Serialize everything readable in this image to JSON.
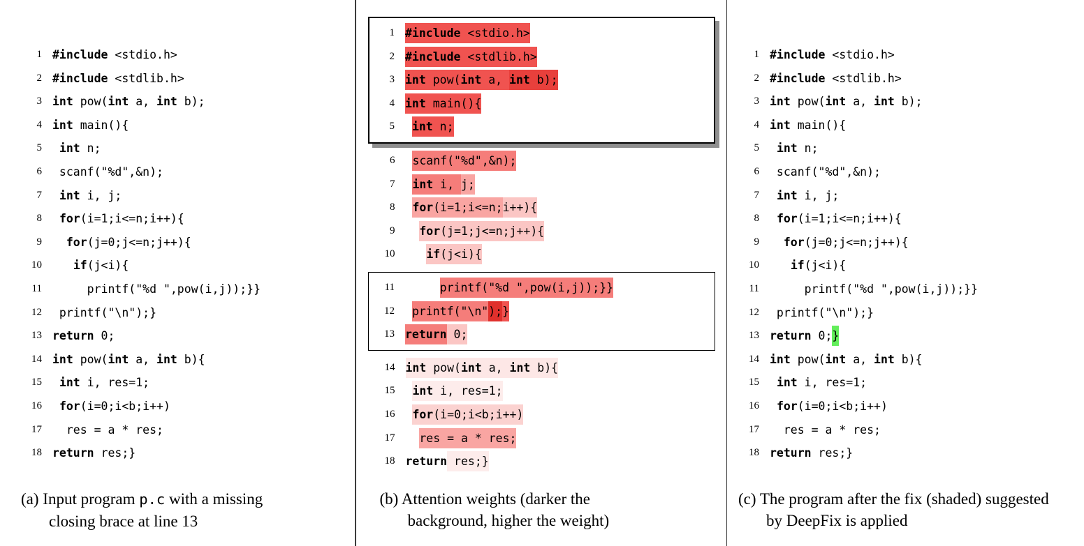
{
  "colors": {
    "attention_darkest": "#e0302c",
    "attention_dark": "#f05350",
    "attention_medium": "#f57d7a",
    "attention_light": "#f9a5a2",
    "attention_lighter": "#fbc6c4",
    "attention_lightest": "#fde7e6",
    "fix_highlight_green": "#63ee5b",
    "box_shadow_gray": "#8f8f8f"
  },
  "panels": [
    {
      "id": "a",
      "caption": {
        "tag": "(a)",
        "parts": [
          {
            "t": "Input program "
          },
          {
            "t": "p.c",
            "mono": true
          },
          {
            "t": " with a missing closing brace at line 13"
          }
        ]
      },
      "lines": [
        {
          "n": 1,
          "tokens": [
            {
              "t": "#include",
              "b": true
            },
            {
              "t": " <stdio.h>"
            }
          ]
        },
        {
          "n": 2,
          "tokens": [
            {
              "t": "#include",
              "b": true
            },
            {
              "t": " <stdlib.h>"
            }
          ]
        },
        {
          "n": 3,
          "tokens": [
            {
              "t": "int",
              "b": true
            },
            {
              "t": " pow("
            },
            {
              "t": "int",
              "b": true
            },
            {
              "t": " a, "
            },
            {
              "t": "int",
              "b": true
            },
            {
              "t": " b);"
            }
          ]
        },
        {
          "n": 4,
          "tokens": [
            {
              "t": "int",
              "b": true
            },
            {
              "t": " main(){"
            }
          ]
        },
        {
          "n": 5,
          "tokens": [
            {
              "t": " "
            },
            {
              "t": "int",
              "b": true
            },
            {
              "t": " n;"
            }
          ]
        },
        {
          "n": 6,
          "tokens": [
            {
              "t": " scanf(\"%d\",&n);"
            }
          ]
        },
        {
          "n": 7,
          "tokens": [
            {
              "t": " "
            },
            {
              "t": "int",
              "b": true
            },
            {
              "t": " i, j;"
            }
          ]
        },
        {
          "n": 8,
          "tokens": [
            {
              "t": " "
            },
            {
              "t": "for",
              "b": true
            },
            {
              "t": "(i=1;i<=n;i++){"
            }
          ]
        },
        {
          "n": 9,
          "tokens": [
            {
              "t": "  "
            },
            {
              "t": "for",
              "b": true
            },
            {
              "t": "(j=0;j<=n;j++){"
            }
          ]
        },
        {
          "n": 10,
          "tokens": [
            {
              "t": "   "
            },
            {
              "t": "if",
              "b": true
            },
            {
              "t": "(j<i){"
            }
          ]
        },
        {
          "n": 11,
          "tokens": [
            {
              "t": "     printf(\"%d \",pow(i,j));}}"
            }
          ]
        },
        {
          "n": 12,
          "tokens": [
            {
              "t": " printf(\"\\n\");}"
            }
          ]
        },
        {
          "n": 13,
          "tokens": [
            {
              "t": "return",
              "b": true
            },
            {
              "t": " 0;"
            }
          ]
        },
        {
          "n": 14,
          "tokens": [
            {
              "t": "int",
              "b": true
            },
            {
              "t": " pow("
            },
            {
              "t": "int",
              "b": true
            },
            {
              "t": " a, "
            },
            {
              "t": "int",
              "b": true
            },
            {
              "t": " b){"
            }
          ]
        },
        {
          "n": 15,
          "tokens": [
            {
              "t": " "
            },
            {
              "t": "int",
              "b": true
            },
            {
              "t": " i, res=1;"
            }
          ]
        },
        {
          "n": 16,
          "tokens": [
            {
              "t": " "
            },
            {
              "t": "for",
              "b": true
            },
            {
              "t": "(i=0;i<b;i++)"
            }
          ]
        },
        {
          "n": 17,
          "tokens": [
            {
              "t": "  res = a * res;"
            }
          ]
        },
        {
          "n": 18,
          "tokens": [
            {
              "t": "return",
              "b": true
            },
            {
              "t": " res;}"
            }
          ]
        }
      ]
    },
    {
      "id": "b",
      "caption": {
        "tag": "(b)",
        "parts": [
          {
            "t": "Attention weights (darker the background, higher the weight)"
          }
        ]
      },
      "boxes": [
        {
          "start": 1,
          "end": 5,
          "shadow": true
        },
        {
          "start": 11,
          "end": 13,
          "shadow": false
        }
      ],
      "lines": [
        {
          "n": 1,
          "tokens": [
            {
              "t": "#include",
              "b": true,
              "bg": "#f05350"
            },
            {
              "t": " <stdio.h>",
              "bg": "#f05350"
            }
          ]
        },
        {
          "n": 2,
          "tokens": [
            {
              "t": "#include",
              "b": true,
              "bg": "#f05350"
            },
            {
              "t": " <stdlib.h>",
              "bg": "#f05350"
            }
          ]
        },
        {
          "n": 3,
          "tokens": [
            {
              "t": "int",
              "b": true,
              "bg": "#f05350"
            },
            {
              "t": " pow(",
              "bg": "#f05350"
            },
            {
              "t": "int",
              "b": true,
              "bg": "#f05350"
            },
            {
              "t": " a, ",
              "bg": "#f05350"
            },
            {
              "t": "int",
              "b": true,
              "bg": "#e8403c"
            },
            {
              "t": " b);",
              "bg": "#e8403c"
            }
          ]
        },
        {
          "n": 4,
          "tokens": [
            {
              "t": "int",
              "b": true,
              "bg": "#f05350"
            },
            {
              "t": " main(){",
              "bg": "#f05350"
            }
          ]
        },
        {
          "n": 5,
          "tokens": [
            {
              "t": " "
            },
            {
              "t": "int",
              "b": true,
              "bg": "#f05350"
            },
            {
              "t": " n;",
              "bg": "#f05350"
            }
          ]
        },
        {
          "n": 6,
          "tokens": [
            {
              "t": " "
            },
            {
              "t": "scanf(\"%d\",&n);",
              "bg": "#f57d7a"
            }
          ]
        },
        {
          "n": 7,
          "tokens": [
            {
              "t": " "
            },
            {
              "t": "int",
              "b": true,
              "bg": "#f57d7a"
            },
            {
              "t": " i, ",
              "bg": "#f57d7a"
            },
            {
              "t": "j;",
              "bg": "#f9a5a2"
            }
          ]
        },
        {
          "n": 8,
          "tokens": [
            {
              "t": " "
            },
            {
              "t": "for",
              "b": true,
              "bg": "#f9a5a2"
            },
            {
              "t": "(i=1;i<=n;",
              "bg": "#f9a5a2"
            },
            {
              "t": "i++){",
              "bg": "#fbc6c4"
            }
          ]
        },
        {
          "n": 9,
          "tokens": [
            {
              "t": "  "
            },
            {
              "t": "for",
              "b": true,
              "bg": "#fbc6c4"
            },
            {
              "t": "(j=1;j<=n;j++){",
              "bg": "#fbc6c4"
            }
          ]
        },
        {
          "n": 10,
          "tokens": [
            {
              "t": "   "
            },
            {
              "t": "if",
              "b": true,
              "bg": "#fbc6c4"
            },
            {
              "t": "(j<i){",
              "bg": "#fbc6c4"
            }
          ]
        },
        {
          "n": 11,
          "tokens": [
            {
              "t": "     "
            },
            {
              "t": "printf(\"%d \",",
              "bg": "#f57d7a"
            },
            {
              "t": "pow(i,j));}}",
              "bg": "#f57d7a"
            }
          ]
        },
        {
          "n": 12,
          "tokens": [
            {
              "t": " "
            },
            {
              "t": "printf(\"\\n\"",
              "bg": "#f57d7a"
            },
            {
              "t": ");",
              "bg": "#e0302c"
            },
            {
              "t": "}",
              "bg": "#f05350"
            }
          ]
        },
        {
          "n": 13,
          "tokens": [
            {
              "t": "return",
              "b": true,
              "bg": "#f57d7a"
            },
            {
              "t": " 0;",
              "bg": "#fbc6c4"
            }
          ]
        },
        {
          "n": 14,
          "tokens": [
            {
              "t": "int",
              "b": true,
              "bg": "#fde7e6"
            },
            {
              "t": " pow(",
              "bg": "#fde7e6"
            },
            {
              "t": "int",
              "b": true,
              "bg": "#fde7e6"
            },
            {
              "t": " a, ",
              "bg": "#fde7e6"
            },
            {
              "t": "int",
              "b": true,
              "bg": "#fde7e6"
            },
            {
              "t": " b){",
              "bg": "#fde7e6"
            }
          ]
        },
        {
          "n": 15,
          "tokens": [
            {
              "t": " "
            },
            {
              "t": "int",
              "b": true,
              "bg": "#fdeceb"
            },
            {
              "t": " i, res=1;",
              "bg": "#fdeceb"
            }
          ]
        },
        {
          "n": 16,
          "tokens": [
            {
              "t": " "
            },
            {
              "t": "for",
              "b": true,
              "bg": "#fbd2d0"
            },
            {
              "t": "(i=0;i<b;i++)",
              "bg": "#fbd2d0"
            }
          ]
        },
        {
          "n": 17,
          "tokens": [
            {
              "t": "  "
            },
            {
              "t": "res = a * res;",
              "bg": "#f9a5a2"
            }
          ]
        },
        {
          "n": 18,
          "tokens": [
            {
              "t": "return",
              "b": true
            },
            {
              "t": " res;}",
              "bg": "#fdeceb"
            }
          ]
        }
      ]
    },
    {
      "id": "c",
      "caption": {
        "tag": "(c)",
        "parts": [
          {
            "t": "The program after the fix (shaded) suggested by DeepFix is applied"
          }
        ]
      },
      "lines": [
        {
          "n": 1,
          "tokens": [
            {
              "t": "#include",
              "b": true
            },
            {
              "t": " <stdio.h>"
            }
          ]
        },
        {
          "n": 2,
          "tokens": [
            {
              "t": "#include",
              "b": true
            },
            {
              "t": " <stdlib.h>"
            }
          ]
        },
        {
          "n": 3,
          "tokens": [
            {
              "t": "int",
              "b": true
            },
            {
              "t": " pow("
            },
            {
              "t": "int",
              "b": true
            },
            {
              "t": " a, "
            },
            {
              "t": "int",
              "b": true
            },
            {
              "t": " b);"
            }
          ]
        },
        {
          "n": 4,
          "tokens": [
            {
              "t": "int",
              "b": true
            },
            {
              "t": " main(){"
            }
          ]
        },
        {
          "n": 5,
          "tokens": [
            {
              "t": " "
            },
            {
              "t": "int",
              "b": true
            },
            {
              "t": " n;"
            }
          ]
        },
        {
          "n": 6,
          "tokens": [
            {
              "t": " scanf(\"%d\",&n);"
            }
          ]
        },
        {
          "n": 7,
          "tokens": [
            {
              "t": " "
            },
            {
              "t": "int",
              "b": true
            },
            {
              "t": " i, j;"
            }
          ]
        },
        {
          "n": 8,
          "tokens": [
            {
              "t": " "
            },
            {
              "t": "for",
              "b": true
            },
            {
              "t": "(i=1;i<=n;i++){"
            }
          ]
        },
        {
          "n": 9,
          "tokens": [
            {
              "t": "  "
            },
            {
              "t": "for",
              "b": true
            },
            {
              "t": "(j=0;j<=n;j++){"
            }
          ]
        },
        {
          "n": 10,
          "tokens": [
            {
              "t": "   "
            },
            {
              "t": "if",
              "b": true
            },
            {
              "t": "(j<i){"
            }
          ]
        },
        {
          "n": 11,
          "tokens": [
            {
              "t": "     printf(\"%d \",pow(i,j));}}"
            }
          ]
        },
        {
          "n": 12,
          "tokens": [
            {
              "t": " printf(\"\\n\");}"
            }
          ]
        },
        {
          "n": 13,
          "tokens": [
            {
              "t": "return",
              "b": true
            },
            {
              "t": " 0;"
            },
            {
              "t": "}",
              "bg": "#63ee5b"
            }
          ]
        },
        {
          "n": 14,
          "tokens": [
            {
              "t": "int",
              "b": true
            },
            {
              "t": " pow("
            },
            {
              "t": "int",
              "b": true
            },
            {
              "t": " a, "
            },
            {
              "t": "int",
              "b": true
            },
            {
              "t": " b){"
            }
          ]
        },
        {
          "n": 15,
          "tokens": [
            {
              "t": " "
            },
            {
              "t": "int",
              "b": true
            },
            {
              "t": " i, res=1;"
            }
          ]
        },
        {
          "n": 16,
          "tokens": [
            {
              "t": " "
            },
            {
              "t": "for",
              "b": true
            },
            {
              "t": "(i=0;i<b;i++)"
            }
          ]
        },
        {
          "n": 17,
          "tokens": [
            {
              "t": "  res = a * res;"
            }
          ]
        },
        {
          "n": 18,
          "tokens": [
            {
              "t": "return",
              "b": true
            },
            {
              "t": " res;}"
            }
          ]
        }
      ]
    }
  ]
}
